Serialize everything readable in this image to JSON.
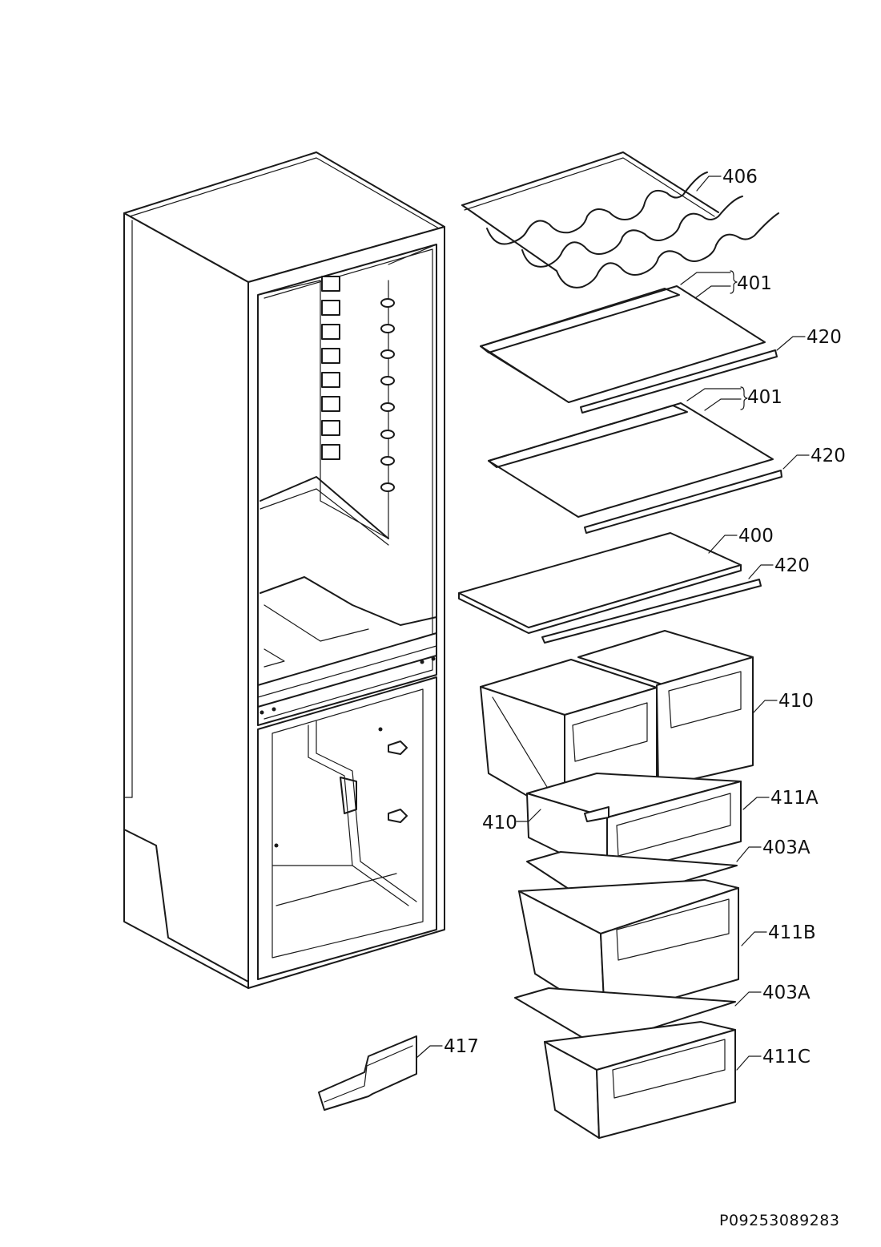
{
  "labels": {
    "l406": "406",
    "l401a": "401",
    "l420a": "420",
    "l401b": "401",
    "l420b": "420",
    "l400": "400",
    "l420c": "420",
    "l410a": "410",
    "l410b": "410",
    "l411a": "411A",
    "l403a1": "403A",
    "l411b": "411B",
    "l403a2": "403A",
    "l411c": "411C",
    "l417": "417"
  },
  "doc_code": "P09253089283"
}
